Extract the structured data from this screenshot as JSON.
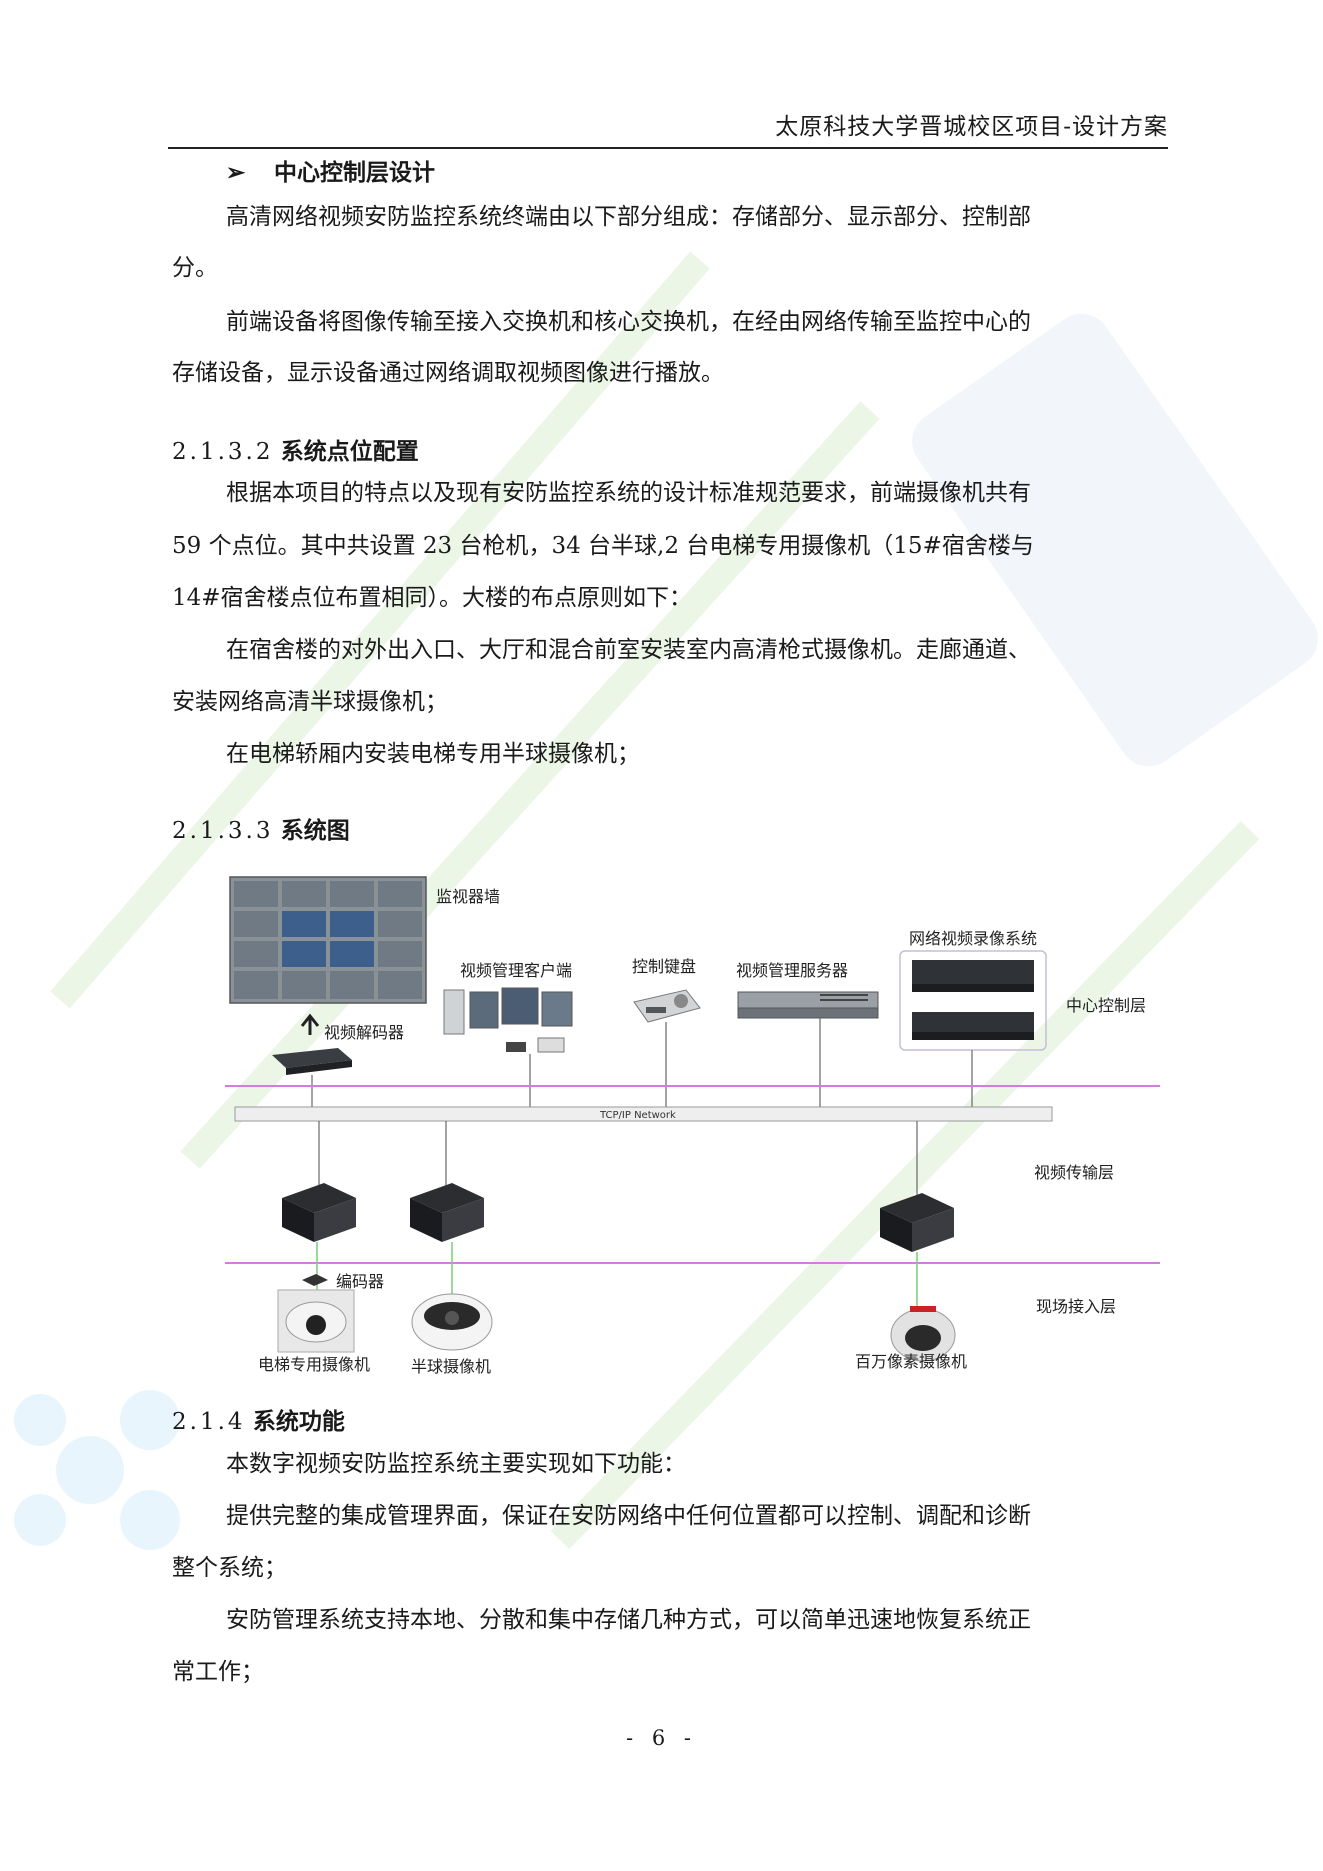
{
  "header": {
    "title": "太原科技大学晋城校区项目-设计方案"
  },
  "center_layer": {
    "bullet": "➢",
    "heading": "中心控制层设计",
    "para1": [
      "高清网络视频安防监控系统终端由以下部分组成：存储部分、显示部分、控制部",
      "分。"
    ],
    "para2": [
      "前端设备将图像传输至接入交换机和核心交换机，在经由网络传输至监控中心的",
      "存储设备，显示设备通过网络调取视频图像进行播放。"
    ]
  },
  "section_2132": {
    "number": "2.1.3.2",
    "title": "系统点位配置",
    "para1": [
      "根据本项目的特点以及现有安防监控系统的设计标准规范要求，前端摄像机共有",
      "59 个点位。其中共设置 23 台枪机，34 台半球,2 台电梯专用摄像机（15#宿舍楼与",
      "14#宿舍楼点位布置相同）。大楼的布点原则如下："
    ],
    "para2": [
      "在宿舍楼的对外出入口、大厅和混合前室安装室内高清枪式摄像机。走廊通道、",
      "安装网络高清半球摄像机；"
    ],
    "para3": "在电梯轿厢内安装电梯专用半球摄像机；"
  },
  "section_2133": {
    "number": "2.1.3.3",
    "title": "系统图"
  },
  "diagram": {
    "monitor_wall": "监视器墙",
    "decoder": "视频解码器",
    "client": "视频管理客户端",
    "keyboard": "控制键盘",
    "server": "视频管理服务器",
    "nvr": "网络视频录像系统",
    "layer_center": "中心控制层",
    "network": "TCP/IP Network",
    "layer_transport": "视频传输层",
    "encoder": "编码器",
    "layer_access": "现场接入层",
    "cam_elevator": "电梯专用摄像机",
    "cam_dome": "半球摄像机",
    "cam_megapixel": "百万像素摄像机"
  },
  "section_214": {
    "number": "2.1.4",
    "title": "系统功能",
    "para1": "本数字视频安防监控系统主要实现如下功能：",
    "para2": [
      "提供完整的集成管理界面，保证在安防网络中任何位置都可以控制、调配和诊断",
      "整个系统；"
    ],
    "para3": [
      "安防管理系统支持本地、分散和集中存储几种方式，可以简单迅速地恢复系统正",
      "常工作；"
    ]
  },
  "footer": {
    "page_number": "- 6 -"
  }
}
